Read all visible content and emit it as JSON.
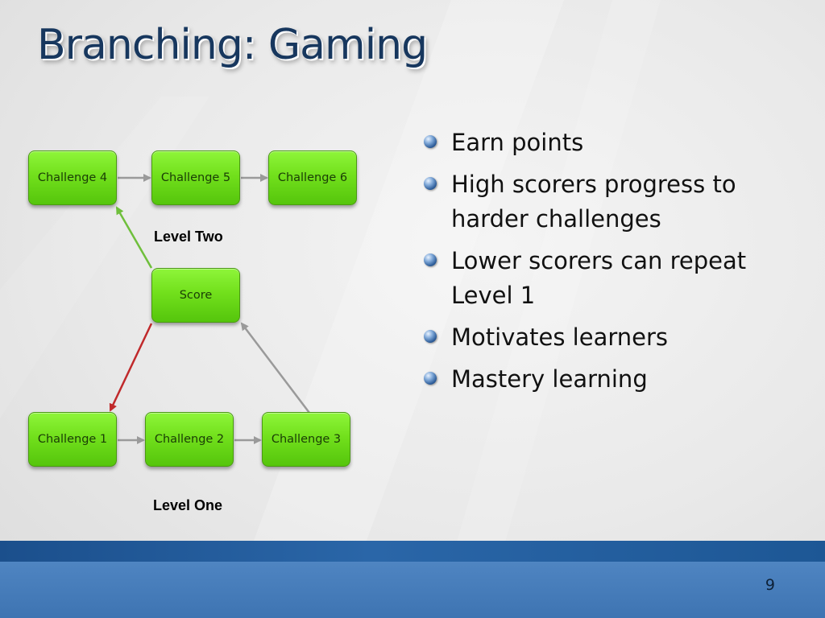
{
  "slide": {
    "title": "Branching: Gaming",
    "page_number": "9",
    "colors": {
      "title": "#17375e",
      "node_fill": "#72e01c",
      "arrow_gray": "#9a9a9a",
      "arrow_green": "#6fbf3c",
      "arrow_red": "#c0292b",
      "band_blue": "#3e74b2"
    }
  },
  "diagram": {
    "nodes": {
      "challenge4": "Challenge 4",
      "challenge5": "Challenge 5",
      "challenge6": "Challenge 6",
      "score": "Score",
      "challenge1": "Challenge 1",
      "challenge2": "Challenge 2",
      "challenge3": "Challenge 3"
    },
    "labels": {
      "level_two": "Level Two",
      "level_one": "Level One"
    }
  },
  "bullets": [
    "Earn points",
    "High scorers progress to harder challenges",
    "Lower scorers can repeat Level 1",
    "Motivates learners",
    "Mastery learning"
  ]
}
